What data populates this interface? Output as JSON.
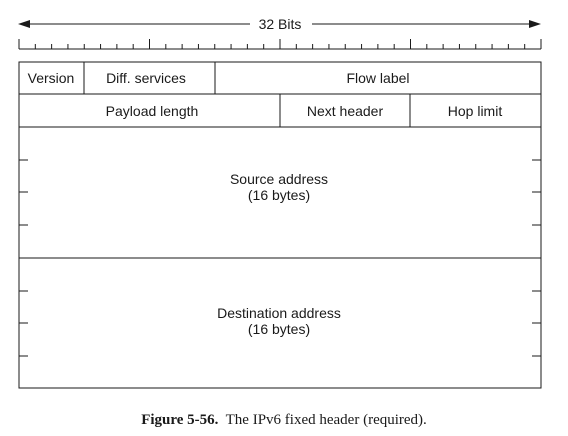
{
  "header": {
    "width_label": "32 Bits"
  },
  "rows": {
    "row1": {
      "version": "Version",
      "diff_services": "Diff. services",
      "flow_label": "Flow label"
    },
    "row2": {
      "payload_length": "Payload length",
      "next_header": "Next header",
      "hop_limit": "Hop limit"
    },
    "source": {
      "line1": "Source address",
      "line2": "(16 bytes)"
    },
    "destination": {
      "line1": "Destination address",
      "line2": "(16 bytes)"
    }
  },
  "caption": {
    "label": "Figure 5-56.",
    "text": "The IPv6 fixed header (required)."
  }
}
